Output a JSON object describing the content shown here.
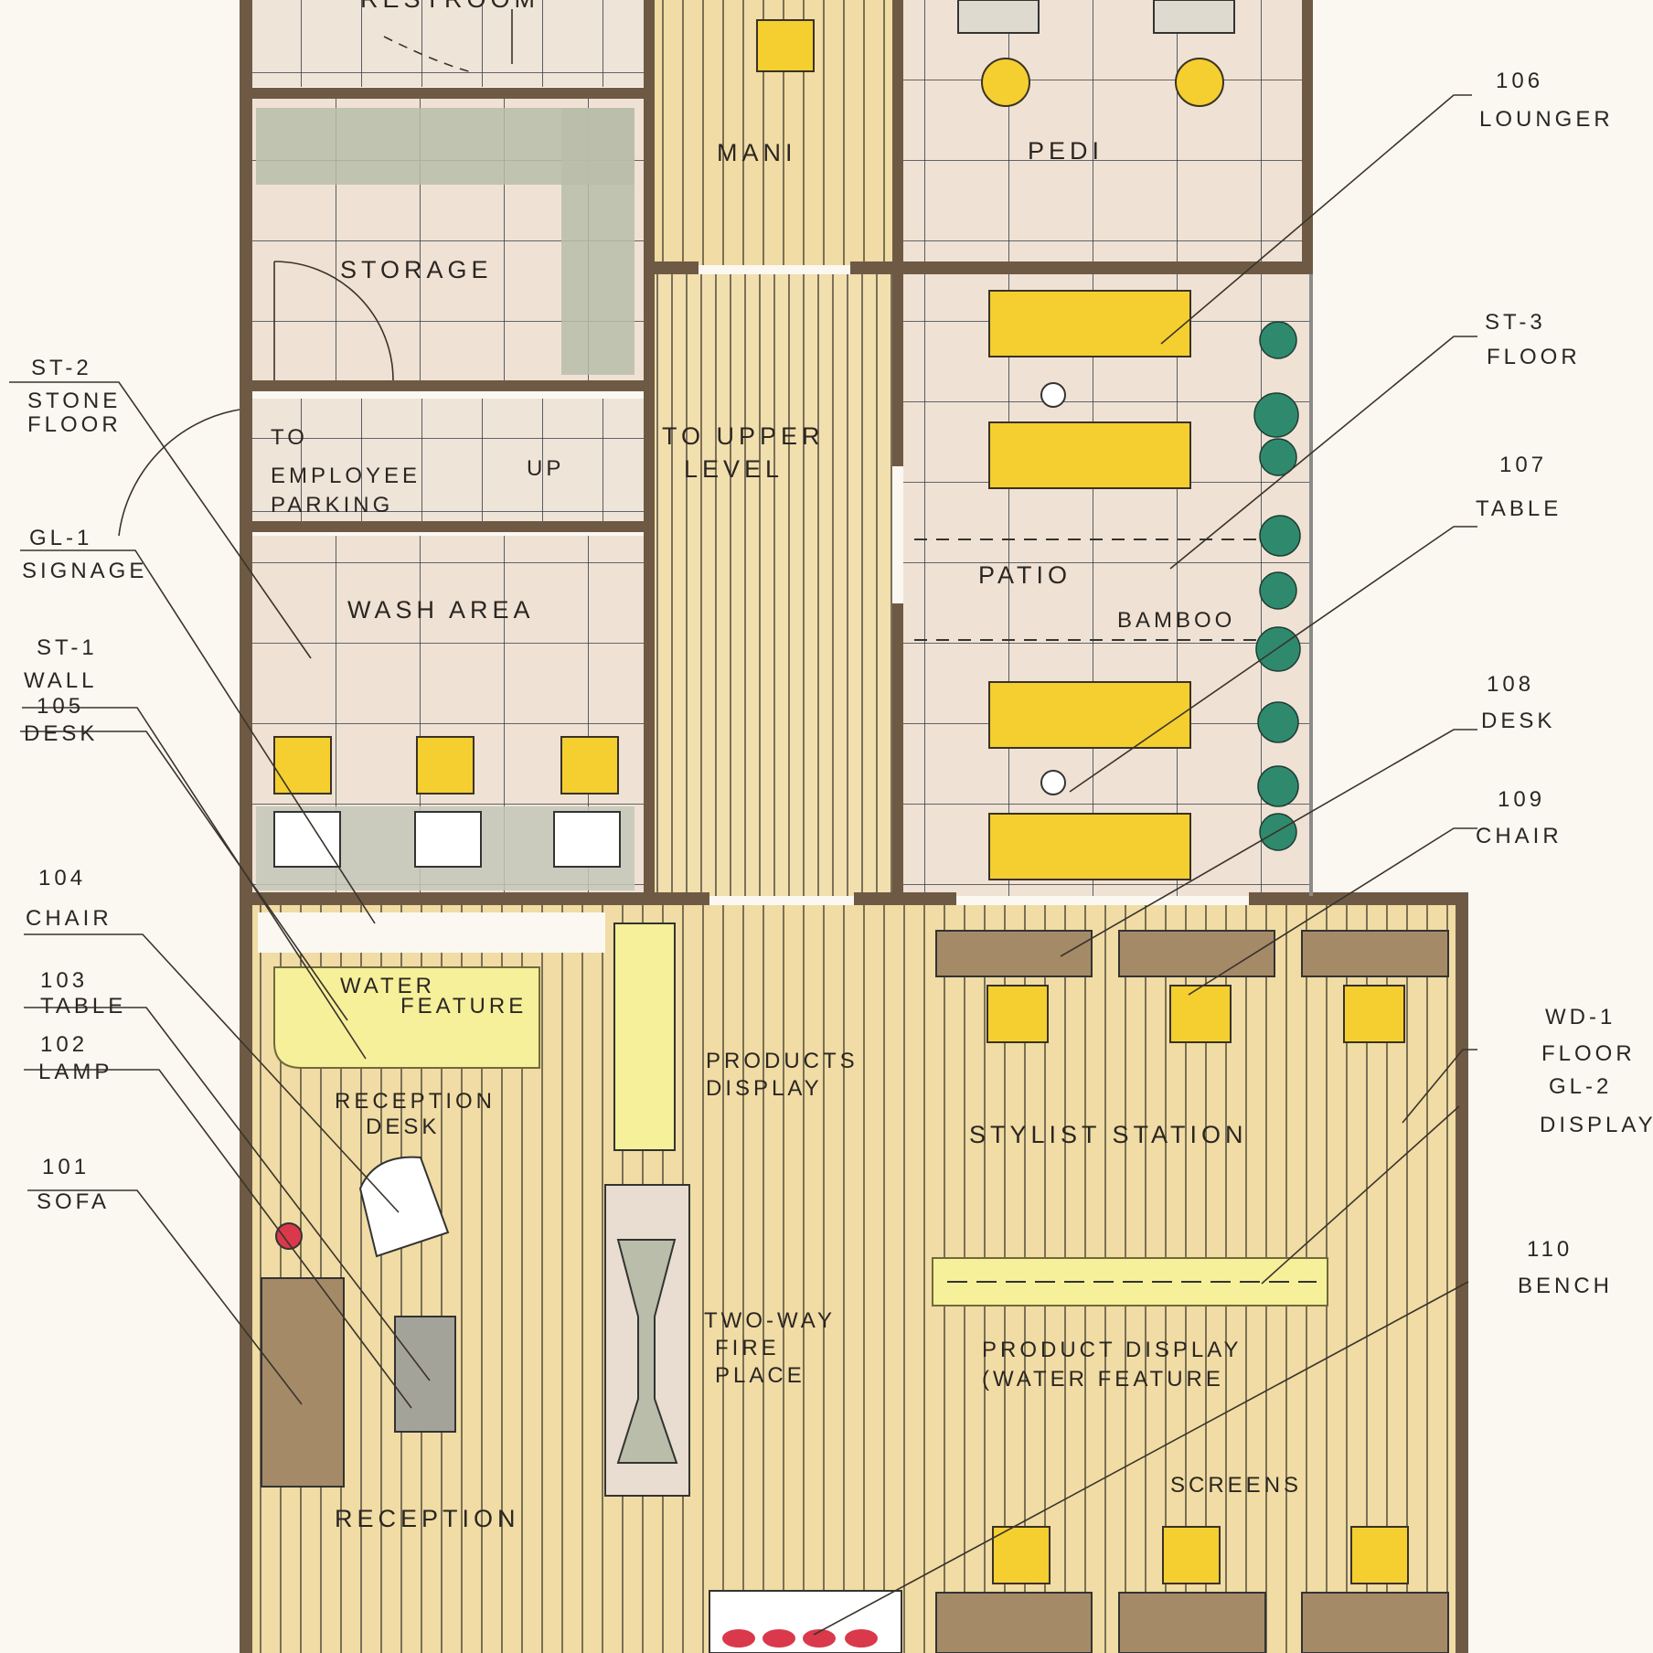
{
  "rooms": {
    "restroom": "RESTROOM",
    "mani": "MANI",
    "pedi": "PEDI",
    "storage": "STORAGE",
    "to_parking_1": "TO",
    "to_parking_2": "EMPLOYEE",
    "to_parking_3": "PARKING",
    "up": "UP",
    "upper_1": "TO UPPER",
    "upper_2": "LEVEL",
    "patio": "PATIO",
    "bamboo": "BAMBOO",
    "wash": "WASH AREA",
    "water_feature_1": "WATER",
    "water_feature_2": "FEATURE",
    "reception_desk_1": "RECEPTION",
    "reception_desk_2": "DESK",
    "products_display_1": "PRODUCTS",
    "products_display_2": "DISPLAY",
    "stylist_station": "STYLIST STATION",
    "fireplace_1": "TWO-WAY",
    "fireplace_2": "FIRE",
    "fireplace_3": "PLACE",
    "product_display_1": "PRODUCT DISPLAY",
    "product_display_2": "(WATER FEATURE",
    "screens": "SCREENS",
    "reception": "RECEPTION"
  },
  "tags_left": {
    "st2_code": "ST-2",
    "st2_1": "STONE",
    "st2_2": "FLOOR",
    "gl1_code": "GL-1",
    "gl1_1": "SIGNAGE",
    "st1_code": "ST-1",
    "st1_1": "WALL",
    "d105_code": "105",
    "d105_1": "DESK",
    "c104_code": "104",
    "c104_1": "CHAIR",
    "t103_code": "103",
    "t103_1": "TABLE",
    "l102_code": "102",
    "l102_1": "LAMP",
    "s101_code": "101",
    "s101_1": "SOFA"
  },
  "tags_right": {
    "l106_code": "106",
    "l106_1": "LOUNGER",
    "st3_code": "ST-3",
    "st3_1": "FLOOR",
    "t107_code": "107",
    "t107_1": "TABLE",
    "d108_code": "108",
    "d108_1": "DESK",
    "c109_code": "109",
    "c109_1": "CHAIR",
    "wd1_code": "WD-1",
    "wd1_1": "FLOOR",
    "gl2_code": "GL-2",
    "gl2_1": "DISPLAY",
    "b110_code": "110",
    "b110_1": "BENCH"
  },
  "colors": {
    "wall": "#6e5a44",
    "tile": "#efe2d4",
    "wood": "#f2dfae",
    "accent_yellow": "#f4cf2f",
    "plant_green": "#2f8a6d",
    "counter_gray": "#b9bdaa",
    "desk_brown": "#a58a68",
    "lamp_red": "#d9394a"
  }
}
